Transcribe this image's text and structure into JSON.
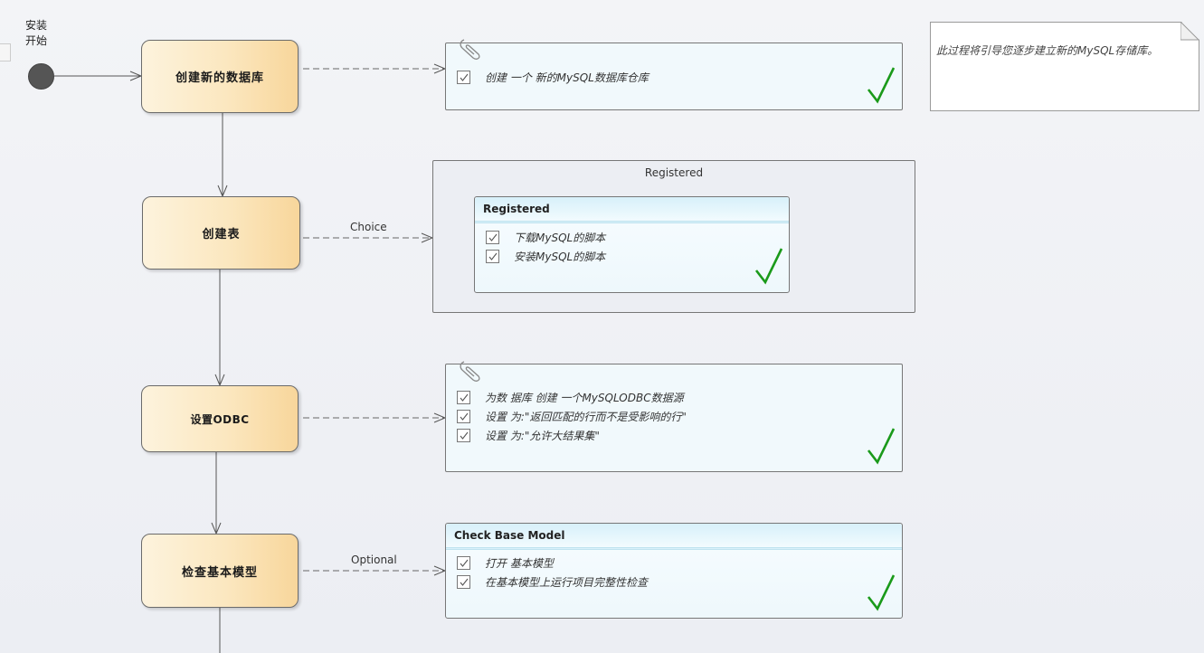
{
  "start": {
    "label_line1": "安装",
    "label_line2": "开始"
  },
  "activities": [
    {
      "id": "create-db",
      "label": "创建新的数据库"
    },
    {
      "id": "create-tables",
      "label": "创建表"
    },
    {
      "id": "setup-odbc",
      "label": "设置ODBC"
    },
    {
      "id": "check-base-model",
      "label": "检查基本模型"
    }
  ],
  "edge_labels": {
    "choice": "Choice",
    "optional": "Optional"
  },
  "checklists": [
    {
      "id": "db",
      "title": "",
      "items": [
        "创建 一个 新的MySQL数据库仓库"
      ]
    },
    {
      "id": "tables",
      "title": "Registered",
      "items": [
        "下载MySQL的脚本",
        "安装MySQL的脚本"
      ]
    },
    {
      "id": "odbc",
      "title": "",
      "items": [
        "为数 据库 创建 一个MySQLODBC数据源",
        "设置 为:\"返回匹配的行而不是受影响的行\"",
        "设置 为:\"允许大结果集\""
      ]
    },
    {
      "id": "model",
      "title": "Check Base Model",
      "items": [
        "打开 基本模型",
        "在基本模型上运行项目完整性检查"
      ]
    }
  ],
  "region": {
    "title": "Registered"
  },
  "note": {
    "text": "此过程将引导您逐步建立新的MySQL存储库。"
  },
  "colors": {
    "check_green": "#1a9a1a",
    "activity_border": "#6b6b6b",
    "start_node": "#555555"
  }
}
